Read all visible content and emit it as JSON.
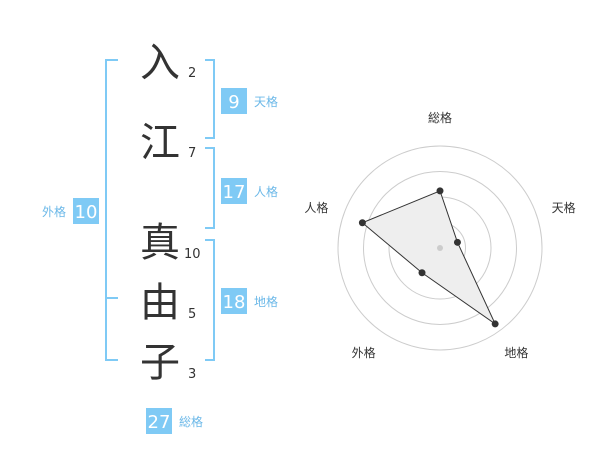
{
  "name": {
    "characters": [
      {
        "char": "入",
        "strokes": "2"
      },
      {
        "char": "江",
        "strokes": "7"
      },
      {
        "char": "真",
        "strokes": "10"
      },
      {
        "char": "由",
        "strokes": "5"
      },
      {
        "char": "子",
        "strokes": "3"
      }
    ]
  },
  "kakusu": {
    "tenkaku": {
      "value": "9",
      "label": "天格"
    },
    "jinkaku": {
      "value": "17",
      "label": "人格"
    },
    "chikaku": {
      "value": "18",
      "label": "地格"
    },
    "gaikaku": {
      "value": "10",
      "label": "外格"
    },
    "soukaku": {
      "value": "27",
      "label": "総格"
    }
  },
  "colors": {
    "bracket": "#7fcaf5",
    "badge_bg": "#7fcaf5",
    "label": "#6bb8e8",
    "radar_ring": "#cccccc",
    "radar_fill": "#eeeeee",
    "radar_line": "#333333"
  },
  "chart_data": {
    "type": "radar",
    "axes": [
      "総格",
      "天格",
      "地格",
      "外格",
      "人格"
    ],
    "values": [
      0.56,
      0.18,
      0.92,
      0.3,
      0.8
    ],
    "rings": 4,
    "range": [
      0,
      1
    ]
  }
}
